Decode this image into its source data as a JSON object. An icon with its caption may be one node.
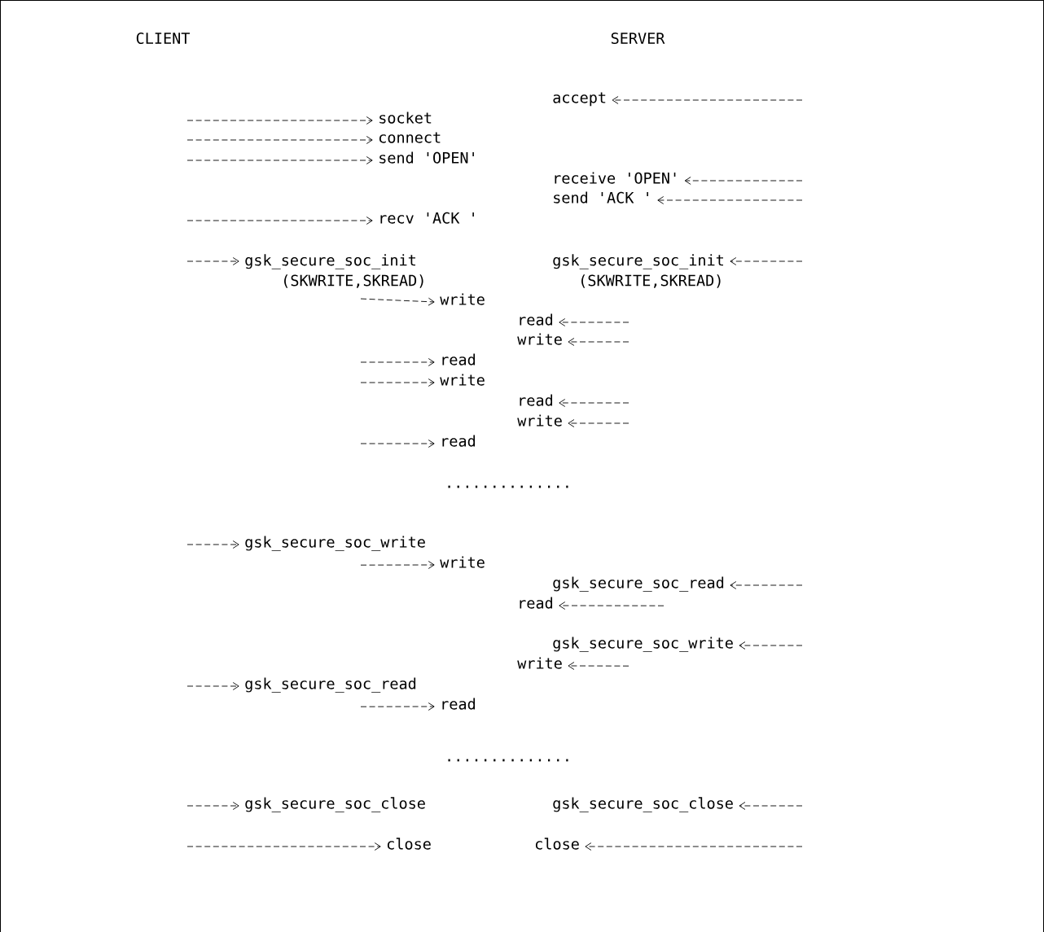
{
  "diagram": {
    "nodes": [
      {
        "text": [
          "accept"
        ]
      },
      {
        "text": [
          "socket"
        ]
      },
      {
        "text": [
          "connect"
        ]
      },
      {
        "text": [
          "send 'OPEN'"
        ]
      },
      {
        "text": [
          "receive 'OPEN'"
        ]
      },
      {
        "text": [
          "send 'ACK '"
        ]
      },
      {
        "text": [
          "recv 'ACK '"
        ]
      },
      {
        "text": [
          "gsk_secure_soc_init",
          "(SKWRITE,SKREAD)"
        ]
      },
      {
        "text": [
          "gsk_secure_soc_init",
          "(SKWRITE,SKREAD)"
        ]
      },
      {
        "text": [
          "write"
        ]
      },
      {
        "text": [
          "read"
        ]
      },
      {
        "text": [
          "write"
        ]
      },
      {
        "text": [
          "read"
        ]
      },
      {
        "text": [
          "write"
        ]
      },
      {
        "text": [
          "read"
        ]
      },
      {
        "text": [
          "write"
        ]
      },
      {
        "text": [
          "read"
        ]
      },
      {
        "text": [
          "gsk_secure_soc_write"
        ]
      },
      {
        "text": [
          "write"
        ]
      },
      {
        "text": [
          "gsk_secure_soc_read"
        ]
      },
      {
        "text": [
          "read"
        ]
      },
      {
        "text": [
          "gsk_secure_soc_write"
        ]
      },
      {
        "text": [
          "write"
        ]
      },
      {
        "text": [
          "gsk_secure_soc_read"
        ]
      },
      {
        "text": [
          "read"
        ]
      },
      {
        "text": [
          "gsk_secure_soc_close"
        ]
      },
      {
        "text": [
          "gsk_secure_soc_close"
        ]
      },
      {
        "text": [
          "close"
        ]
      },
      {
        "text": [
          "close"
        ]
      }
    ],
    "edges": [
      {
        "from": null,
        "to": 0,
        "arrow": "to"
      },
      {
        "from": null,
        "to": 1,
        "arrow": "to"
      },
      {
        "from": null,
        "to": 2,
        "arrow": "to"
      },
      {
        "from": null,
        "to": 3,
        "arrow": "to"
      },
      {
        "from": null,
        "to": 4,
        "arrow": "to"
      },
      {
        "from": null,
        "to": 5,
        "arrow": "to"
      },
      {
        "from": null,
        "to": 6,
        "arrow": "to"
      },
      {
        "from": null,
        "to": 7,
        "arrow": "to"
      },
      {
        "from": null,
        "to": 8,
        "arrow": "to"
      },
      {
        "from": 7,
        "to": 9,
        "arrow": "to"
      },
      {
        "from": null,
        "to": 10,
        "arrow": "to"
      },
      {
        "from": null,
        "to": 11,
        "arrow": "to"
      },
      {
        "from": null,
        "to": 12,
        "arrow": "to"
      },
      {
        "from": null,
        "to": 13,
        "arrow": "to"
      },
      {
        "from": null,
        "to": 14,
        "arrow": "to"
      },
      {
        "from": null,
        "to": 15,
        "arrow": "to"
      },
      {
        "from": null,
        "to": 16,
        "arrow": "to"
      },
      {
        "from": null,
        "to": 17,
        "arrow": "to"
      },
      {
        "from": 17,
        "to": 18,
        "arrow": "to"
      },
      {
        "from": null,
        "to": 19,
        "arrow": "to"
      },
      {
        "from": 19,
        "to": 20,
        "arrow": "to"
      },
      {
        "from": null,
        "to": 21,
        "arrow": "to"
      },
      {
        "from": 21,
        "to": 22,
        "arrow": "to"
      },
      {
        "from": null,
        "to": 23,
        "arrow": "to"
      },
      {
        "from": 23,
        "to": 24,
        "arrow": "to"
      },
      {
        "from": null,
        "to": 25,
        "arrow": "to"
      },
      {
        "from": null,
        "to": 26,
        "arrow": "to"
      },
      {
        "from": null,
        "to": 27,
        "arrow": "to"
      },
      {
        "from": null,
        "to": 28,
        "arrow": "to"
      }
    ],
    "labels": [
      "CLIENT",
      "SERVER",
      "..............",
      ".............."
    ]
  }
}
